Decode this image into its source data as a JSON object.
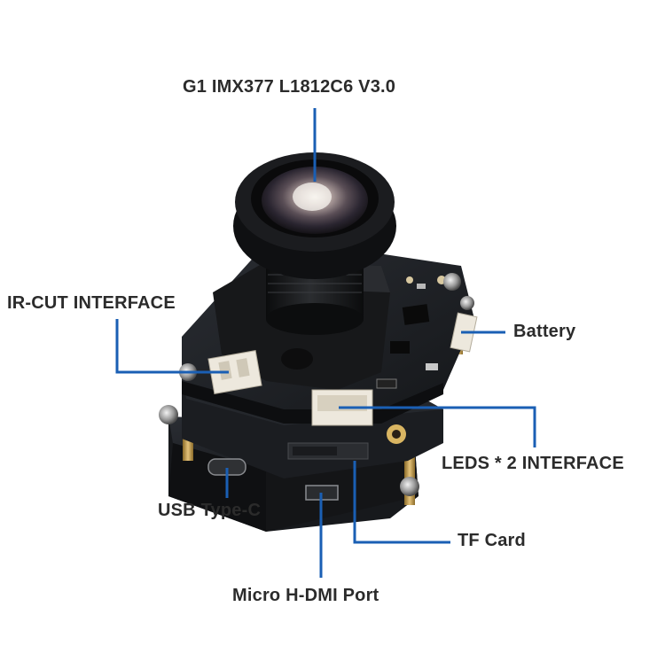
{
  "labels": {
    "model": "G1  IMX377 L1812C6 V3.0",
    "ir_cut": "IR-CUT INTERFACE",
    "battery": "Battery",
    "leds": "LEDS * 2 INTERFACE",
    "usb": "USB Type-C",
    "tf_card": "TF Card",
    "hdmi": "Micro H-DMI Port"
  },
  "colors": {
    "background": "#ffffff",
    "callout_line": "#1a5fb4",
    "label_text": "#2b2b2b",
    "pcb": "#1c1e22",
    "lens_body": "#121315",
    "connector": "#ece7dc",
    "standoff_brass": "#c9a04a"
  }
}
